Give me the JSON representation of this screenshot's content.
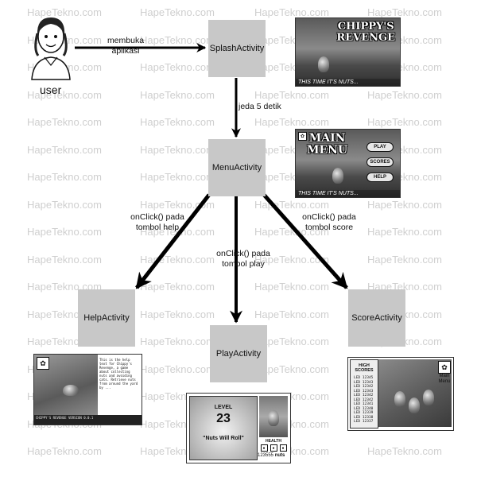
{
  "watermark": "HapeTekno.com",
  "user": {
    "label": "user"
  },
  "nodes": {
    "splash": "SplashActivity",
    "menu": "MenuActivity",
    "help": "HelpActivity",
    "play": "PlayActivity",
    "score": "ScoreActivity"
  },
  "edges": {
    "user_to_splash": [
      "membuka",
      "aplikasi"
    ],
    "splash_to_menu": "jeda 5 detik",
    "menu_to_help": [
      "onClick() pada",
      "tombol help"
    ],
    "menu_to_play": [
      "onClick() pada",
      "tombol play"
    ],
    "menu_to_score": [
      "onClick() pada",
      "tombol score"
    ]
  },
  "screens": {
    "splash": {
      "title": [
        "CHIPPY'S",
        "REVENGE"
      ],
      "tagline": "THIS TIME IT'S NUTS..."
    },
    "menu": {
      "title": [
        "MAIN",
        "MENU"
      ],
      "buttons": [
        "PLAY",
        "SCORES",
        "HELP"
      ],
      "tagline": "THIS TIME IT'S NUTS..."
    },
    "help": {
      "text": "This is the help text for Chippy's Revenge, a game about collecting nuts and avoiding cats. Retrieve nuts from around the yard by ...",
      "footer": "CHIPPY'S REVENGE VERSION 0.0.1"
    },
    "play": {
      "level_label": "LEVEL",
      "level_number": "23",
      "level_name": "\"Nuts Will Roll\"",
      "health_label": "HEALTH",
      "score": "123555",
      "nuts_label": "nuts"
    },
    "score": {
      "heading": [
        "HIGH",
        "SCORES"
      ],
      "rows": [
        "LED 12345",
        "LED 12343",
        "LED 12342",
        "LED 12343",
        "LED 12342",
        "LED 12342",
        "LED 12341",
        "LED 12340",
        "LED 12339",
        "LED 12338",
        "LED 12337"
      ],
      "side_label": [
        "Main",
        "Menu"
      ]
    }
  },
  "colors": {
    "node_fill": "#c8c8c8",
    "watermark": "#cfcfcf",
    "arrow": "#000000"
  }
}
